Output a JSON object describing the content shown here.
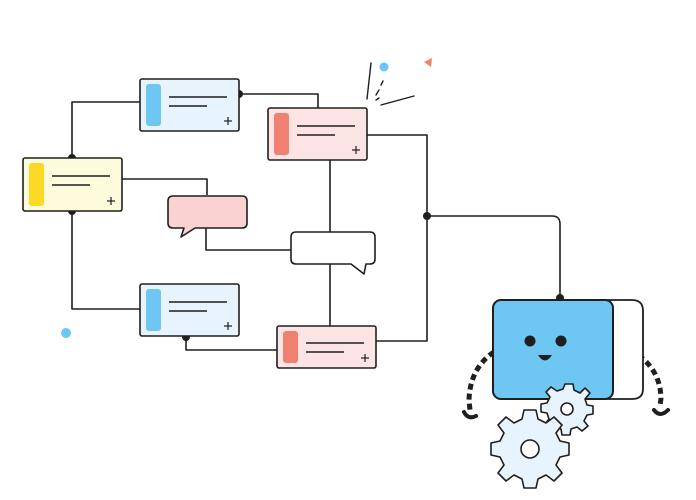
{
  "palette": {
    "ink": "#1f1f1f",
    "blue_card": "#e8f4fd",
    "blue_accent": "#6ec6f3",
    "pink_card": "#fde4e4",
    "pink_accent": "#f08070",
    "yellow_card": "#fdfbdc",
    "yellow_accent": "#fbd926",
    "bubble_pink": "#fad2d2",
    "bubble_white": "#ffffff",
    "robot_face": "#6ec6f3",
    "robot_back": "#ffffff",
    "gear_fill": "#e8f4fd",
    "dot_blue": "#6ec6f3",
    "triangle_coral": "#f08070"
  },
  "icons": [
    "plus-icon",
    "gear-icon",
    "robot-face-icon",
    "chat-bubble-icon"
  ],
  "cards": [
    {
      "id": "card-blue-top",
      "color": "blue"
    },
    {
      "id": "card-pink-top",
      "color": "pink"
    },
    {
      "id": "card-yellow-left",
      "color": "yellow"
    },
    {
      "id": "card-blue-bottom",
      "color": "blue"
    },
    {
      "id": "card-pink-bottom",
      "color": "pink"
    }
  ],
  "bubbles": [
    {
      "id": "bubble-pink",
      "color": "pink"
    },
    {
      "id": "bubble-white",
      "color": "white"
    }
  ]
}
